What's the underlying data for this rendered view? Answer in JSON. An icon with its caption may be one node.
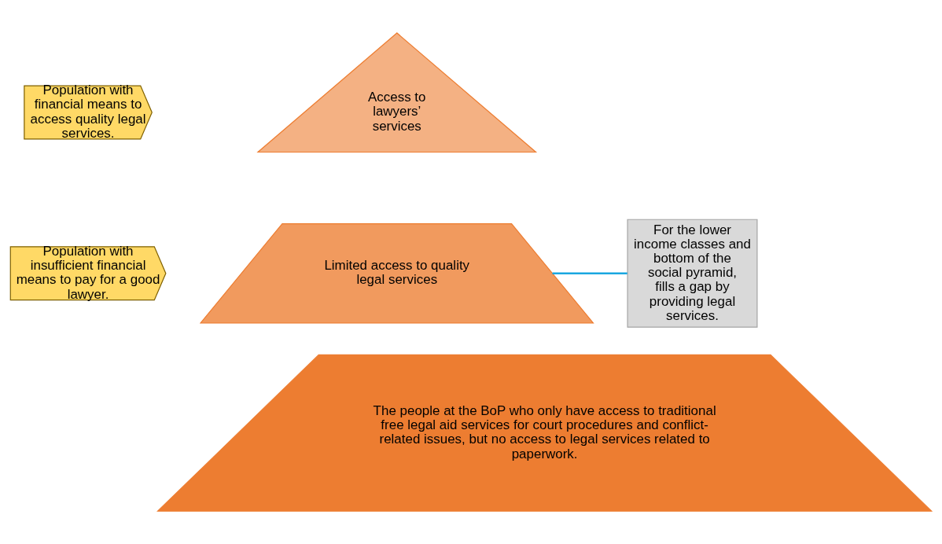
{
  "diagram": {
    "nodes": [
      {
        "text": [
          "Population with financial means to access quality legal services."
        ]
      },
      {
        "text": [
          "Population with insufficient financial means to pay for a good lawyer."
        ]
      },
      {
        "text": [
          "Access to lawyers’ services"
        ]
      },
      {
        "text": [
          "Limited access to quality legal services"
        ]
      },
      {
        "text": [
          "The people at the BoP who only have access to traditional free legal aid services for court procedures and conflict-related issues, but no access to legal services related to paperwork."
        ]
      },
      {
        "text": [
          "For the lower income classes and bottom of the social pyramid, fills a gap by providing legal services."
        ]
      }
    ],
    "edges": [
      {
        "from": 3,
        "to": 5,
        "arrow": "none",
        "color": "#1aa7e0"
      }
    ]
  }
}
